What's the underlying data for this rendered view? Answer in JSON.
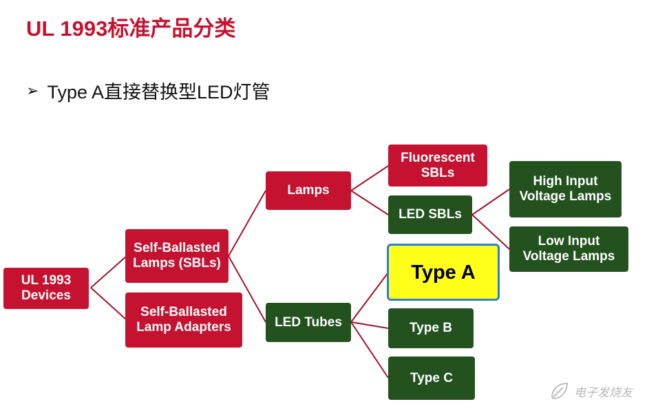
{
  "title": "UL 1993标准产品分类",
  "bullet": {
    "marker": "➢",
    "text": "Type A直接替换型LED灯管"
  },
  "nodes": {
    "root": "UL 1993\nDevices",
    "sbl": "Self-Ballasted\nLamps (SBLs)",
    "adapters": "Self-Ballasted\nLamp Adapters",
    "lamps": "Lamps",
    "led_tubes": "LED Tubes",
    "fluorescent_sbls": "Fluorescent\nSBLs",
    "led_sbls": "LED SBLs",
    "high_input": "High Input\nVoltage Lamps",
    "low_input": "Low Input\nVoltage Lamps",
    "type_a": "Type A",
    "type_b": "Type B",
    "type_c": "Type C"
  },
  "colors": {
    "red": "#c41230",
    "green": "#23521f",
    "highlight": "#ffff1a",
    "highlight_border": "#2f7fd0",
    "connector": "#a3122a"
  },
  "watermark": {
    "icon": "leaf-logo-icon",
    "text": "电子发烧友"
  }
}
